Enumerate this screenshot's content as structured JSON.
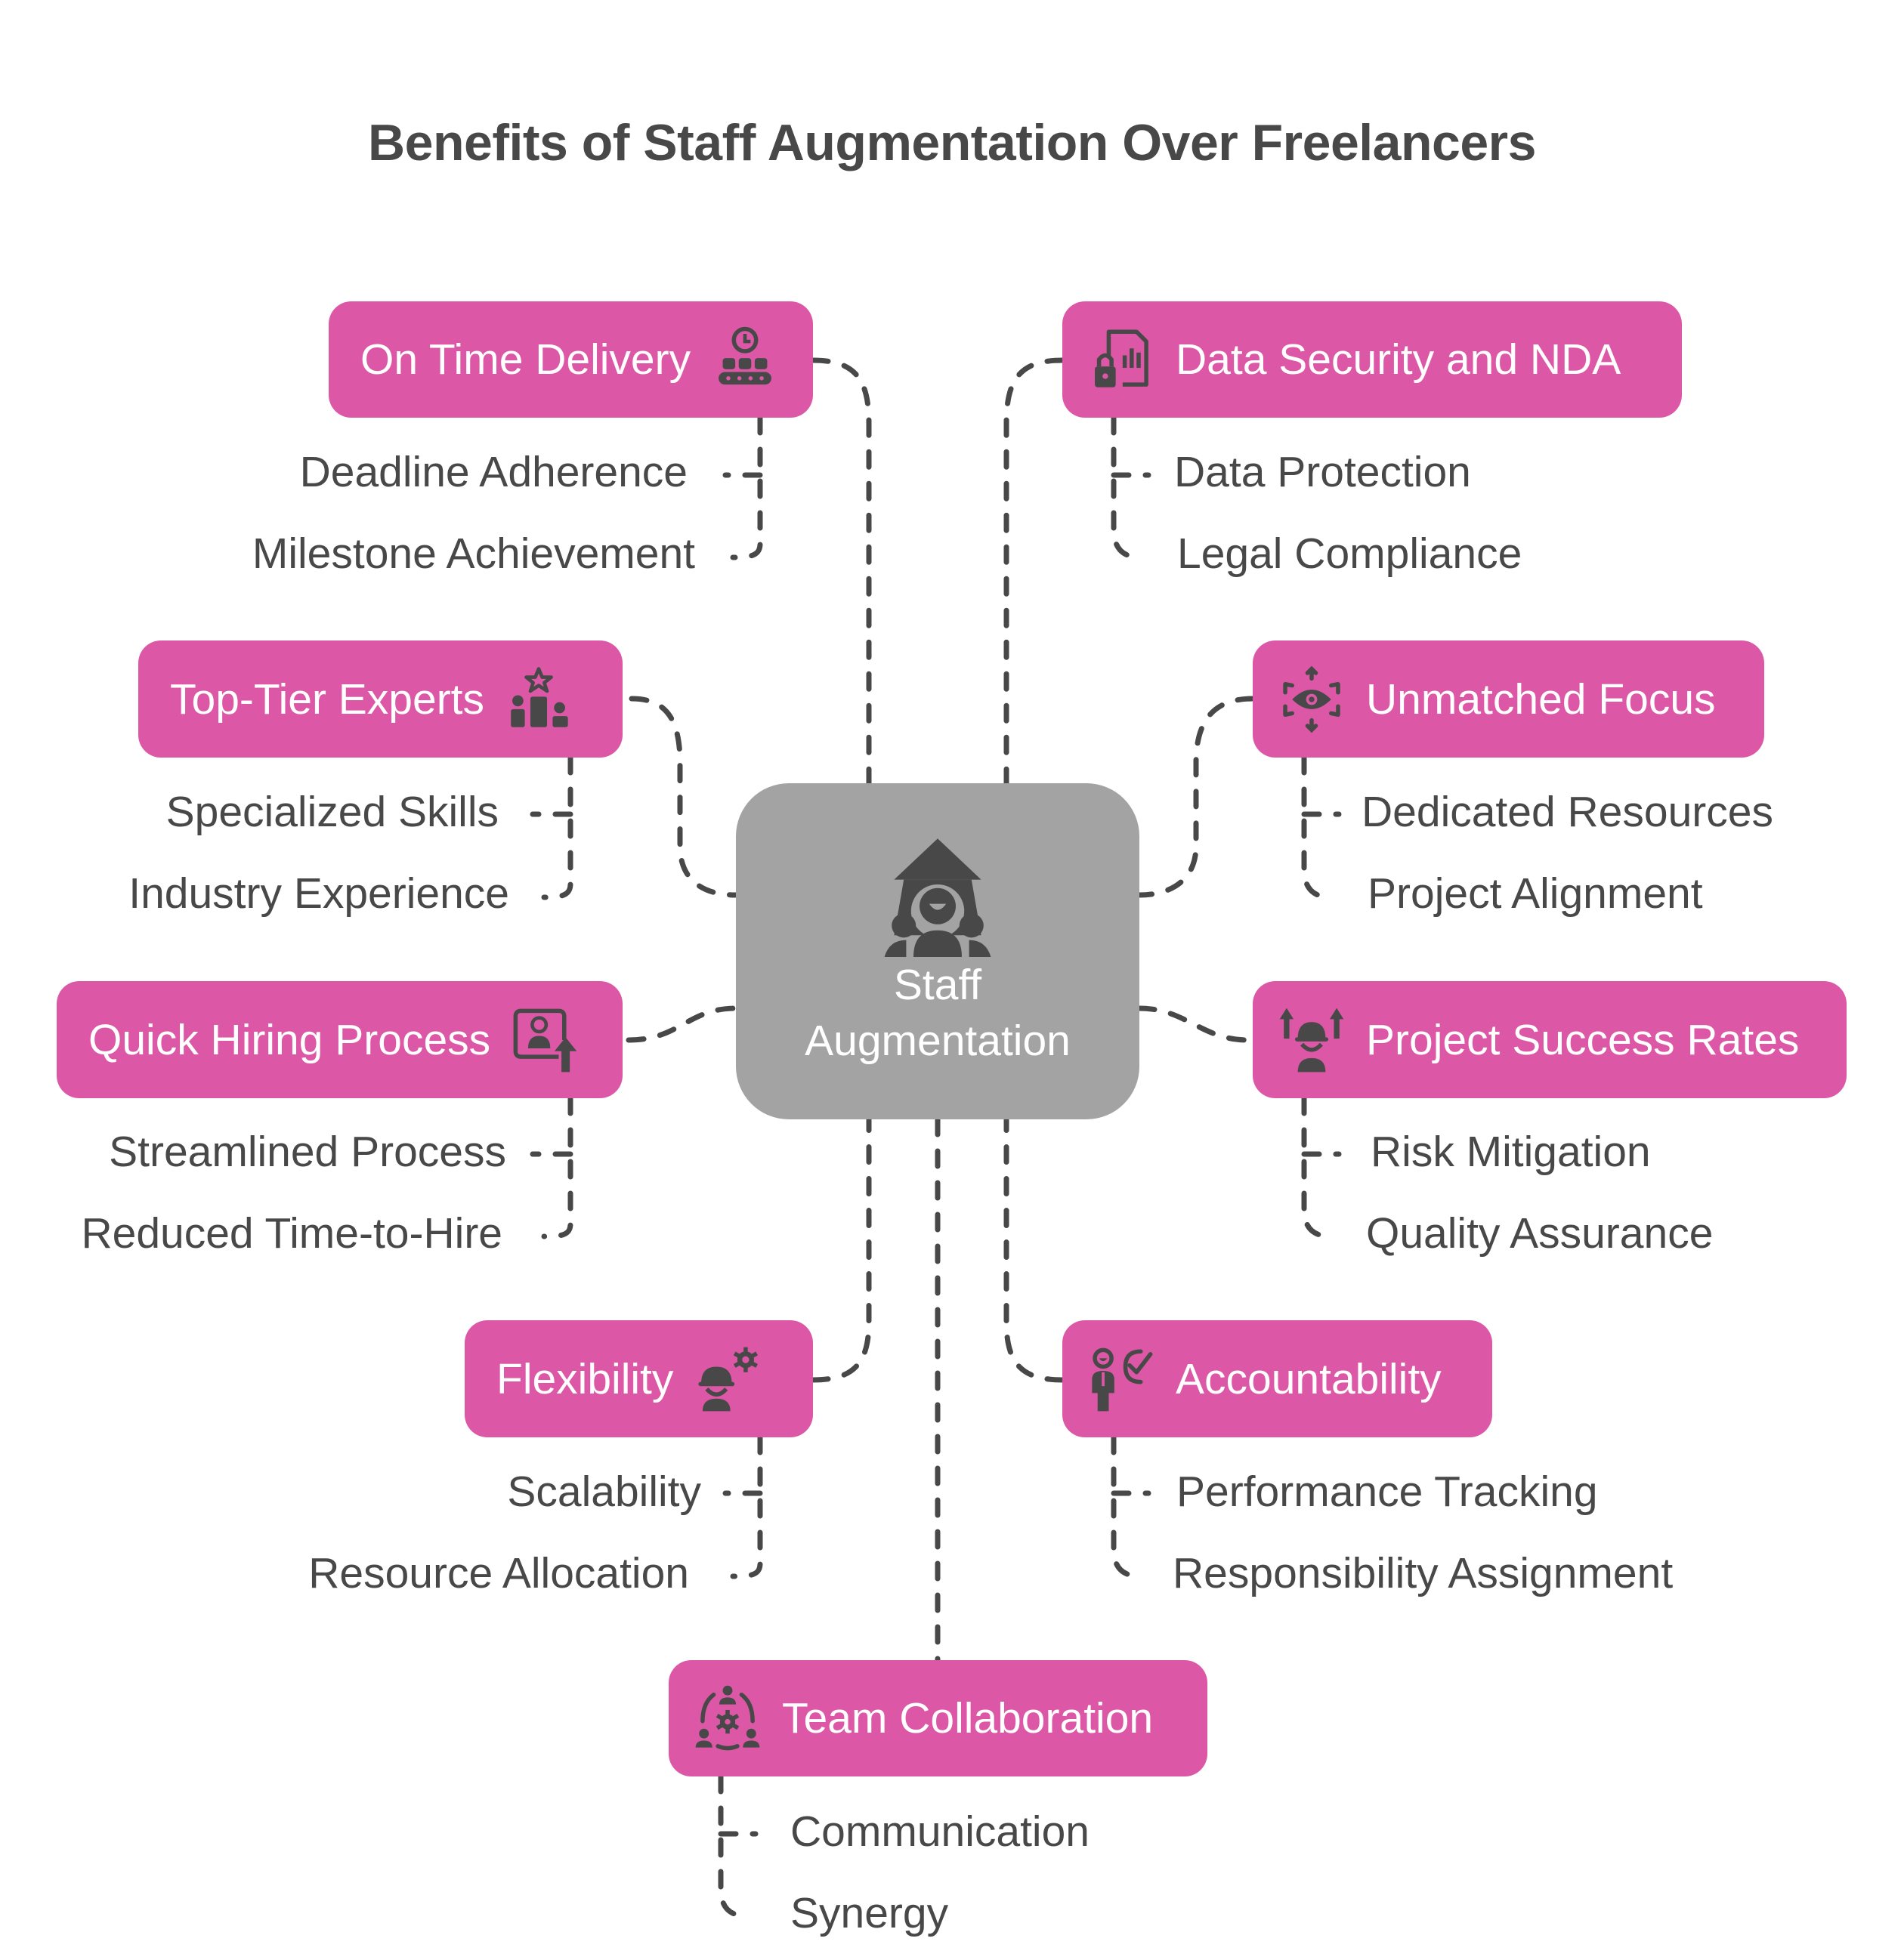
{
  "title": "Benefits of Staff Augmentation Over Freelancers",
  "colors": {
    "branch_fill": "#DC58A6",
    "center_fill": "#A3A3A3",
    "text_dark": "#484848",
    "icon_dark": "#484848",
    "connector": "#484848"
  },
  "center": {
    "line1": "Staff",
    "line2": "Augmentation",
    "icon": "team-leader-graduation-icon"
  },
  "branches": [
    {
      "id": "on-time-delivery",
      "label": "On Time Delivery",
      "icon": "clock-conveyor-icon",
      "side": "left",
      "children": [
        "Deadline Adherence",
        "Milestone Achievement"
      ]
    },
    {
      "id": "data-security",
      "label": "Data Security and NDA",
      "icon": "lock-document-chart-icon",
      "side": "right",
      "children": [
        "Data Protection",
        "Legal Compliance"
      ]
    },
    {
      "id": "top-tier-experts",
      "label": "Top-Tier Experts",
      "icon": "podium-star-icon",
      "side": "left",
      "children": [
        "Specialized Skills",
        "Industry Experience"
      ]
    },
    {
      "id": "unmatched-focus",
      "label": "Unmatched Focus",
      "icon": "eye-focus-arrows-icon",
      "side": "right",
      "children": [
        "Dedicated Resources",
        "Project Alignment"
      ]
    },
    {
      "id": "quick-hiring",
      "label": "Quick Hiring Process",
      "icon": "profile-upload-icon",
      "side": "left",
      "children": [
        "Streamlined Process",
        "Reduced Time-to-Hire"
      ]
    },
    {
      "id": "project-success",
      "label": "Project Success Rates",
      "icon": "worker-arrows-up-icon",
      "side": "right",
      "children": [
        "Risk Mitigation",
        "Quality Assurance"
      ]
    },
    {
      "id": "flexibility",
      "label": "Flexibility",
      "icon": "worker-gear-icon",
      "side": "left",
      "children": [
        "Scalability",
        "Resource Allocation"
      ]
    },
    {
      "id": "accountability",
      "label": "Accountability",
      "icon": "person-checkmark-icon",
      "side": "right",
      "children": [
        "Performance Tracking",
        "Responsibility Assignment"
      ]
    },
    {
      "id": "team-collaboration",
      "label": "Team Collaboration",
      "icon": "team-gear-circle-icon",
      "side": "bottom",
      "children": [
        "Communication",
        "Synergy"
      ]
    }
  ]
}
